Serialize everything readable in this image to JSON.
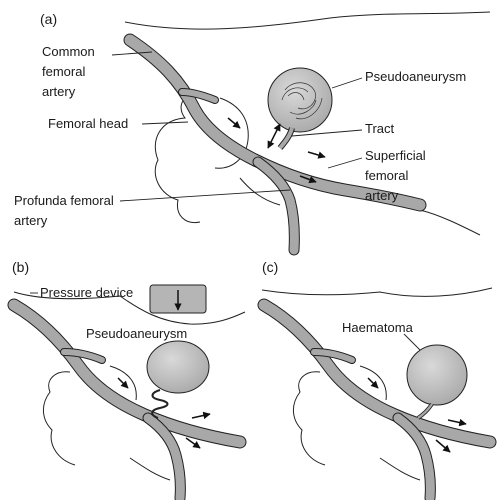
{
  "colors": {
    "vessel": "#a8a8a8",
    "sac": "#c4c4c4",
    "outline": "#222222",
    "device": "#b5b5b5"
  },
  "panels": [
    {
      "id": "a",
      "label": "(a)",
      "labels": {
        "common_femoral": [
          "Common",
          "femoral",
          "artery"
        ],
        "femoral_head": "Femoral head",
        "profunda": [
          "Profunda femoral",
          "artery"
        ],
        "pseudoaneurysm": "Pseudoaneurysm",
        "tract": "Tract",
        "superficial": [
          "Superficial",
          "femoral",
          "artery"
        ]
      }
    },
    {
      "id": "b",
      "label": "(b)",
      "labels": {
        "pressure_device": "Pressure device",
        "pseudoaneurysm": "Pseudoaneurysm"
      }
    },
    {
      "id": "c",
      "label": "(c)",
      "labels": {
        "haematoma": "Haematoma"
      }
    }
  ]
}
